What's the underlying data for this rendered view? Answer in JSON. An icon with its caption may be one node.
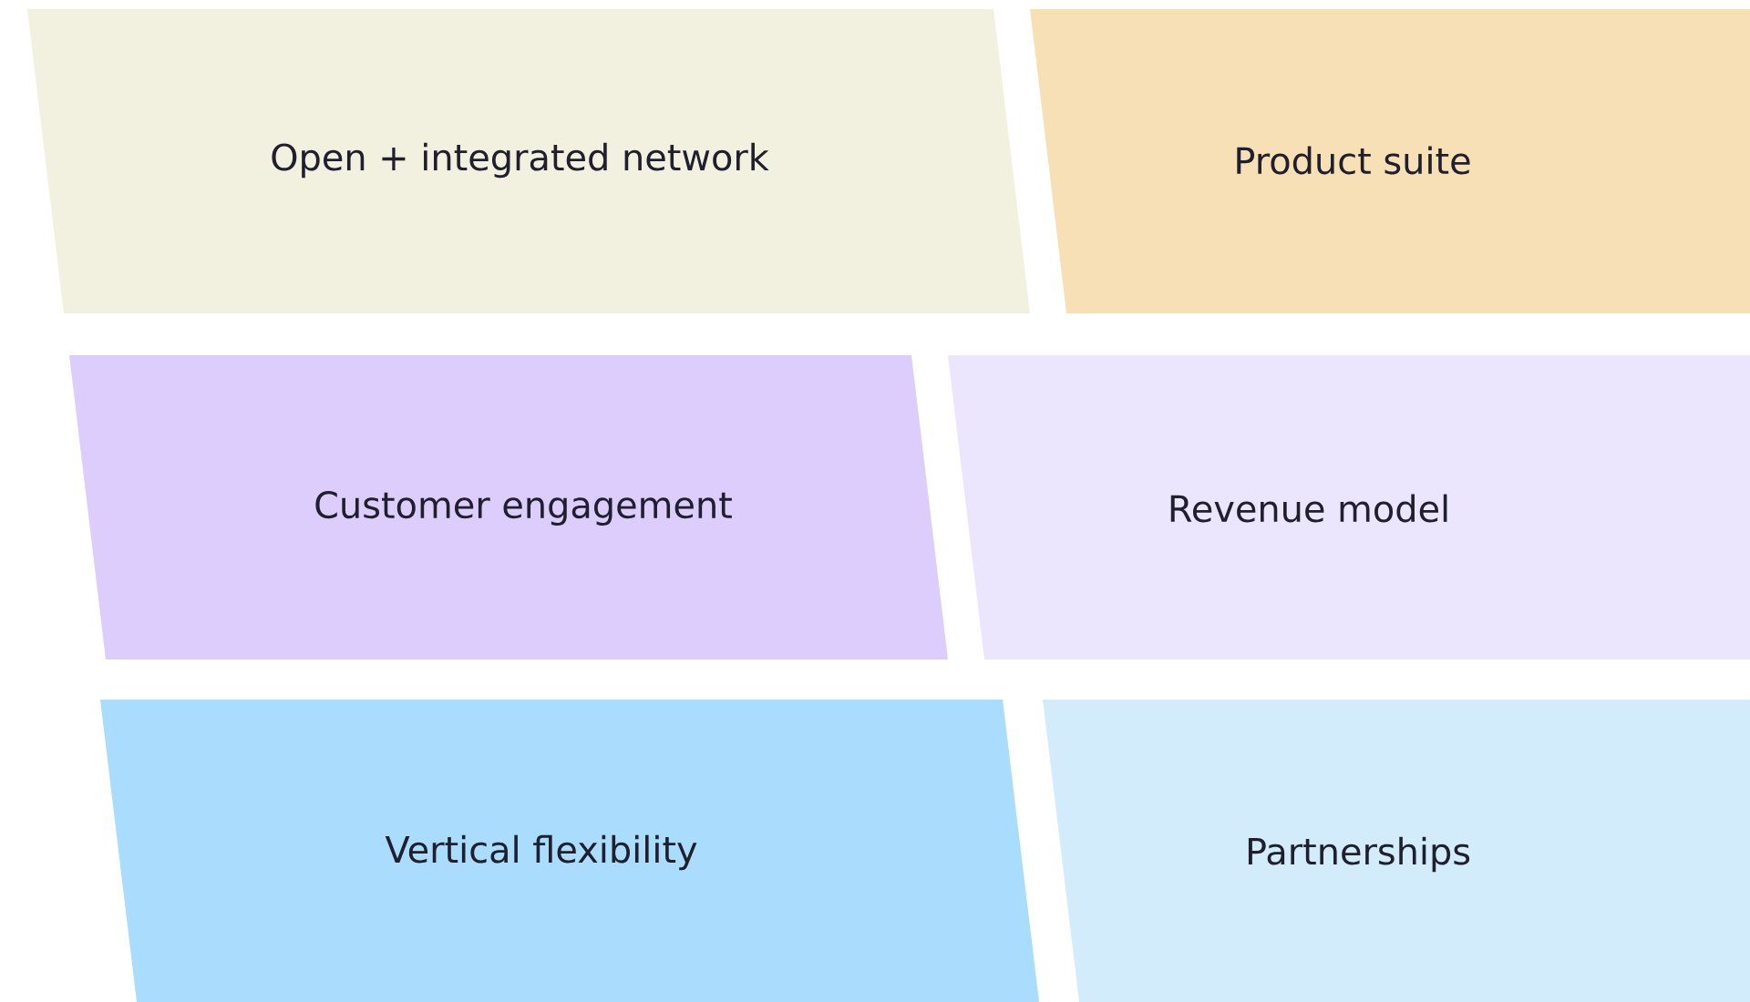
{
  "diagram": {
    "nodes": [
      {
        "text": [
          "Open + integrated network"
        ]
      },
      {
        "text": [
          "Product suite"
        ]
      },
      {
        "text": [
          "Customer engagement"
        ]
      },
      {
        "text": [
          "Revenue model"
        ]
      },
      {
        "text": [
          "Vertical flexibility"
        ]
      },
      {
        "text": [
          "Partnerships"
        ]
      }
    ]
  }
}
